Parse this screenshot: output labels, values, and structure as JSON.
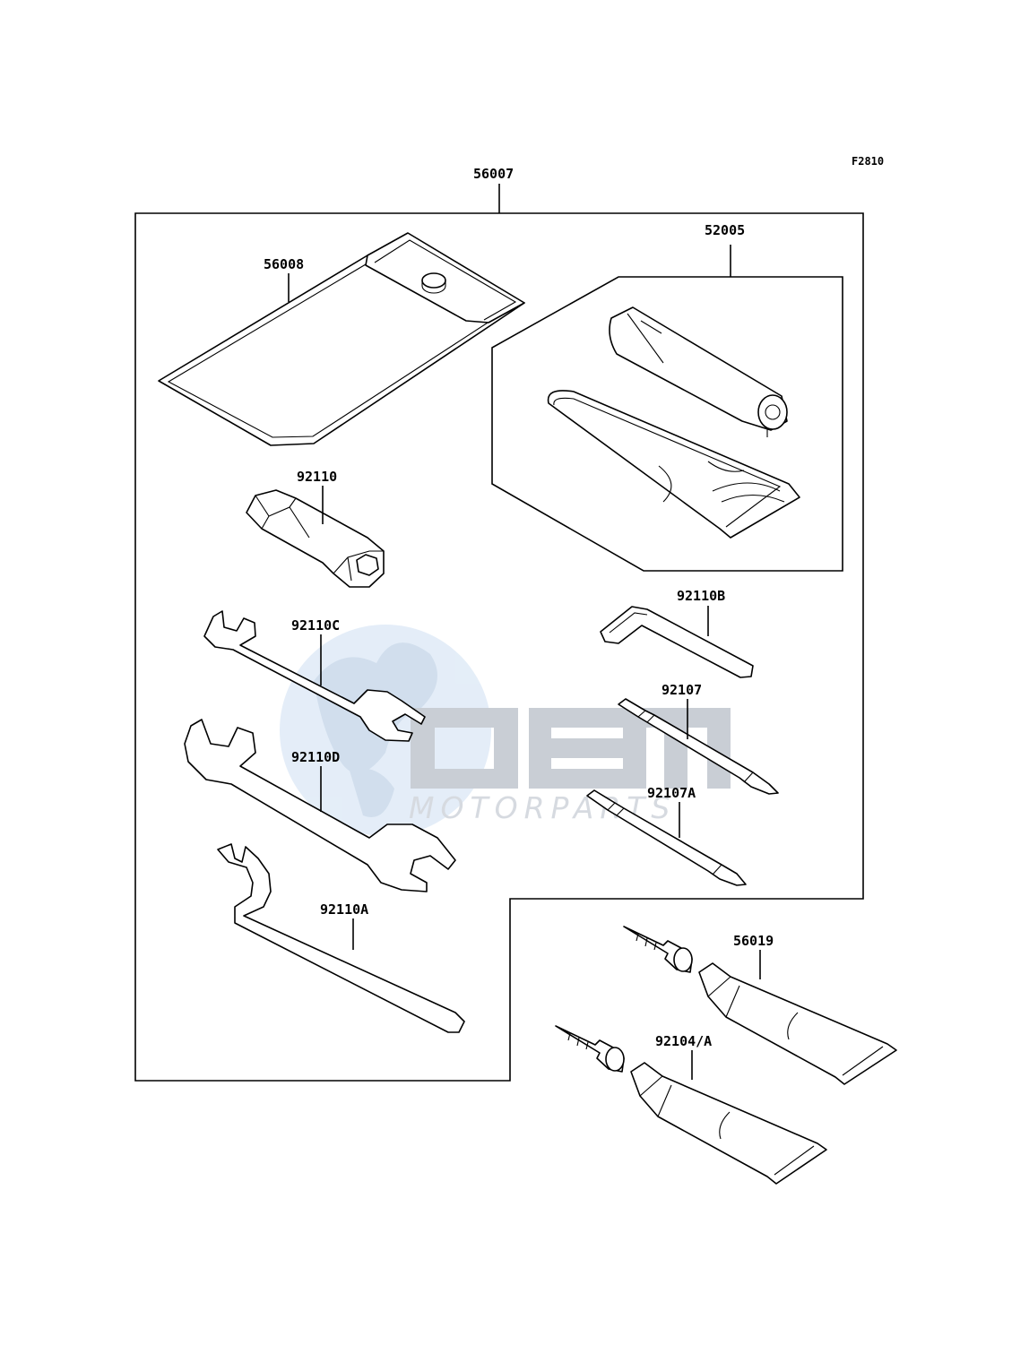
{
  "figure_code": "F2810",
  "labels": {
    "set": "56007",
    "case": "56008",
    "pump": "52005",
    "plug_wrench": "92110",
    "wrench_c": "92110C",
    "wrench_d": "92110D",
    "hook_wrench": "92110A",
    "hex_key": "92110B",
    "driver": "92107",
    "driver_a": "92107A",
    "tube_1": "56019",
    "tube_2": "92104/A"
  },
  "watermark": {
    "brand": "OEM",
    "sub": "MOTORPARTS",
    "colors": {
      "globe": "#cfe2f5",
      "letters": "#b8bec8",
      "text": "#c9ced6"
    }
  }
}
